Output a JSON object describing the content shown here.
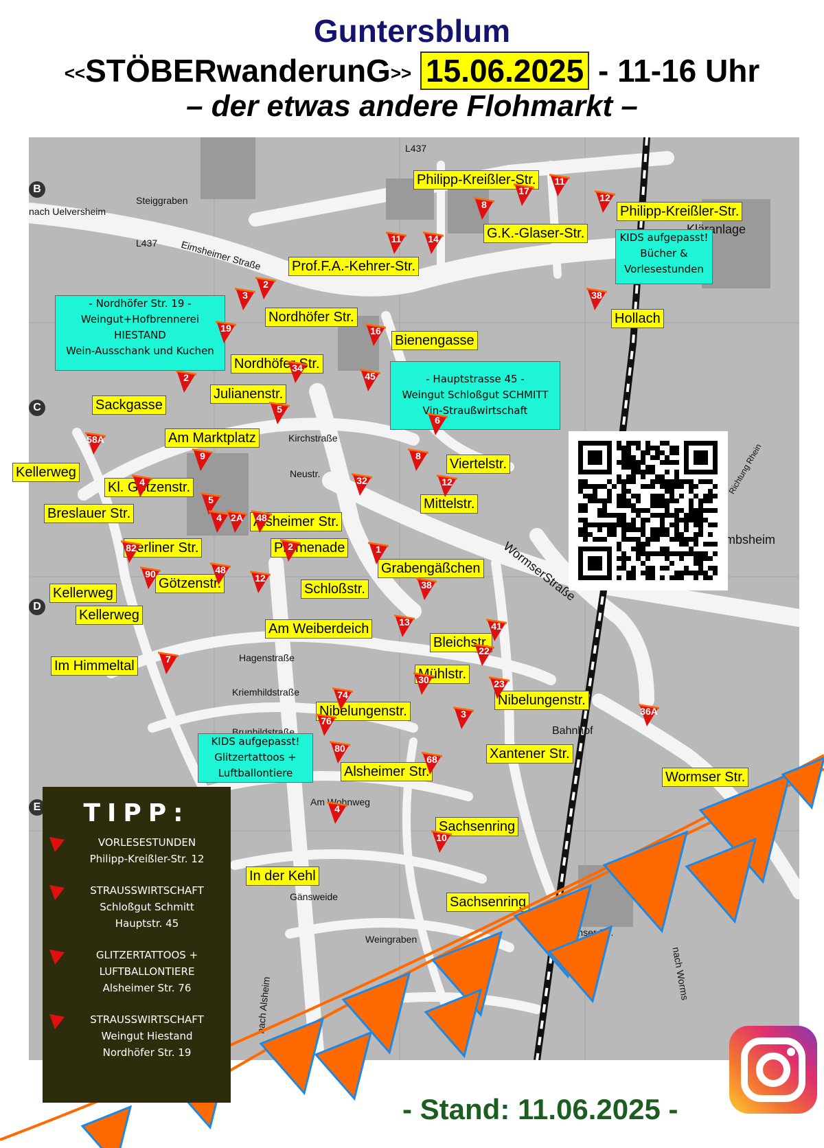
{
  "header": {
    "place": "Guntersblum",
    "event_open": "<<",
    "event_name": "STÖBERwanderunG",
    "event_close": ">>",
    "date": "15.06.2025",
    "time": "- 11-16 Uhr",
    "subtitle": "– der etwas andere Flohmarkt –"
  },
  "grid_letters": [
    "B",
    "C",
    "D",
    "E"
  ],
  "map_words": {
    "l437_top": "L437",
    "l437_left": "L437",
    "nach_uelversheim": "nach Uelversheim",
    "steiggraben": "Steiggraben",
    "eimsheimer": "Eimsheimer Straße",
    "klaeranlage": "Kläranlage",
    "wormser_strasse": "WormserStraße",
    "gimbsheim": "Gimbsheim",
    "richtung_rhein": "Richtung Rhein",
    "bahnhof": "Bahnhof",
    "nach_alsheim": "nach Alsheim",
    "nach_worms": "nach Worms",
    "weingraben": "Weingraben",
    "gansweide": "Gänsweide",
    "hagenstrasse": "Hagenstraße",
    "kriemhildstrasse": "Kriemhildstraße",
    "brunhildstrasse": "Brunhildstraße",
    "kirchstrasse": "Kirchstraße",
    "neustr": "Neustr.",
    "am_wohnweg": "Am Wohnweg",
    "wormser_str_bottom": "Wormser Str."
  },
  "labels": [
    {
      "id": "philipp1",
      "text": "Philipp-Kreißler-Str."
    },
    {
      "id": "philipp2",
      "text": "Philipp-Kreißler-Str."
    },
    {
      "id": "glaser",
      "text": "G.K.-Glaser-Str."
    },
    {
      "id": "kehrer",
      "text": "Prof.F.A.-Kehrer-Str."
    },
    {
      "id": "nordhoefer1",
      "text": "Nordhöfer Str."
    },
    {
      "id": "nordhoefer2",
      "text": "Nordhöfer Str."
    },
    {
      "id": "hollach",
      "text": "Hollach"
    },
    {
      "id": "bienengasse",
      "text": "Bienengasse"
    },
    {
      "id": "julianenstr",
      "text": "Julianenstr."
    },
    {
      "id": "sackgasse",
      "text": "Sackgasse"
    },
    {
      "id": "marktplatz",
      "text": "Am Marktplatz"
    },
    {
      "id": "viertelstr",
      "text": "Viertelstr."
    },
    {
      "id": "kellerweg1",
      "text": "Kellerweg"
    },
    {
      "id": "klgoetzen",
      "text": "Kl. Götzenstr."
    },
    {
      "id": "mittelstr",
      "text": "Mittelstr."
    },
    {
      "id": "breslauer",
      "text": "Breslauer Str."
    },
    {
      "id": "alsheimer1",
      "text": "Alsheimer Str."
    },
    {
      "id": "berliner",
      "text": "Berliner Str."
    },
    {
      "id": "promenade",
      "text": "Promenade"
    },
    {
      "id": "grabengaesschen",
      "text": "Grabengäßchen"
    },
    {
      "id": "kellerweg2",
      "text": "Kellerweg"
    },
    {
      "id": "goetzenstr",
      "text": "Götzenstr."
    },
    {
      "id": "schlossstr",
      "text": "Schloßstr."
    },
    {
      "id": "kellerweg3",
      "text": "Kellerweg"
    },
    {
      "id": "weiberdeich",
      "text": "Am Weiberdeich"
    },
    {
      "id": "bleichstr",
      "text": "Bleichstr."
    },
    {
      "id": "himmeltal",
      "text": "Im Himmeltal"
    },
    {
      "id": "muehlstr",
      "text": "Mühlstr."
    },
    {
      "id": "nibelungen1",
      "text": "Nibelungenstr."
    },
    {
      "id": "nibelungen2",
      "text": "Nibelungenstr."
    },
    {
      "id": "xantener",
      "text": "Xantener Str."
    },
    {
      "id": "alsheimer2",
      "text": "Alsheimer Str."
    },
    {
      "id": "wormser",
      "text": "Wormser Str."
    },
    {
      "id": "sachsenring1",
      "text": "Sachsenring"
    },
    {
      "id": "kehl",
      "text": "In der Kehl"
    },
    {
      "id": "sachsenring2",
      "text": "Sachsenring"
    }
  ],
  "pins": [
    "11",
    "17",
    "8",
    "12",
    "11",
    "14",
    "2",
    "3",
    "38",
    "19",
    "16",
    "34",
    "45",
    "2",
    "5",
    "6",
    "58A",
    "9",
    "8",
    "12",
    "4",
    "32",
    "5",
    "4",
    "2A",
    "48",
    "1",
    "82",
    "2",
    "48",
    "12",
    "90",
    "38",
    "13",
    "41",
    "7",
    "22",
    "30",
    "23",
    "74",
    "3",
    "36A",
    "76",
    "80",
    "68",
    "4",
    "10"
  ],
  "info_boxes": {
    "kids_books": [
      "KIDS aufgepasst!",
      "Bücher &",
      "Vorlesestunden"
    ],
    "hiestand": [
      "- Nordhöfer Str. 19 -",
      "Weingut+Hofbrennerei",
      "HIESTAND",
      "Wein-Ausschank und Kuchen"
    ],
    "schmitt": [
      "- Hauptstrasse 45 -",
      "Weingut Schloßgut SCHMITT",
      "Vin-Straußwirtschaft"
    ],
    "kids_tattoo": [
      "KIDS aufgepasst!",
      "Glitzertattoos +",
      "Luftballontiere"
    ]
  },
  "tipp": {
    "title": "TIPP:",
    "items": [
      {
        "lines": [
          "VORLESESTUNDEN",
          "Philipp-Kreißler-Str. 12"
        ]
      },
      {
        "lines": [
          "STRAUSSWIRTSCHAFT",
          "Schloßgut Schmitt",
          "Hauptstr. 45"
        ]
      },
      {
        "lines": [
          "GLITZERTATTOOS +",
          "LUFTBALLONTIERE",
          "Alsheimer Str. 76"
        ]
      },
      {
        "lines": [
          "STRAUSSWIRTSCHAFT",
          "Weingut Hiestand",
          "Nordhöfer Str. 19"
        ]
      }
    ]
  },
  "footer": {
    "stand": "- Stand: 11.06.2025  -"
  },
  "colors": {
    "label_bg": "#ffff00",
    "info_bg": "#1ef5d7",
    "pin": "#e01010",
    "bunting": "#ff6a00",
    "title_blue": "#14146e",
    "stand_green": "#1b5e20"
  }
}
